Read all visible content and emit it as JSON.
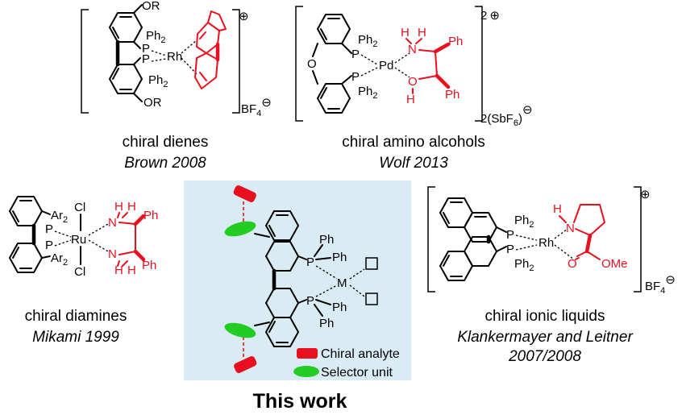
{
  "panels": {
    "brown": {
      "caption": "chiral dienes",
      "citation": "Brown 2008",
      "charge": "⊕",
      "counterion": "BF",
      "counterion_sub": "4",
      "counterion_charge": "⊖",
      "atoms": {
        "or_top": "OR",
        "or_bottom": "OR",
        "p_top": "P",
        "p_bottom": "P",
        "ph2_top": "Ph",
        "ph2_bottom": "Ph",
        "ph_sub": "2",
        "metal": "Rh"
      }
    },
    "wolf": {
      "caption": "chiral amino alcohols",
      "citation": "Wolf 2013",
      "charge": "2",
      "charge_sign": "⊕",
      "counterion": "2(SbF",
      "counterion_sub": "6",
      "counterion_end": ")",
      "counterion_charge": "⊖",
      "atoms": {
        "o_ether": "O",
        "p_top": "P",
        "p_bottom": "P",
        "ph2_top": "Ph",
        "ph2_bottom": "Ph",
        "ph_sub": "2",
        "metal": "Pd",
        "n": "N",
        "h1": "H",
        "h2": "H",
        "o": "O",
        "h3": "H",
        "ph_a": "Ph",
        "ph_b": "Ph"
      }
    },
    "mikami": {
      "caption": "chiral diamines",
      "citation": "Mikami 1999",
      "atoms": {
        "ar2_top": "Ar",
        "ar2_bottom": "Ar",
        "ar_sub": "2",
        "p_top": "P",
        "p_bottom": "P",
        "metal": "Ru",
        "cl_top": "Cl",
        "cl_bottom": "Cl",
        "n_top": "N",
        "n_bottom": "N",
        "h1": "H",
        "h2": "H",
        "h3": "H",
        "h4": "H",
        "ph_a": "Ph",
        "ph_b": "Ph"
      }
    },
    "leitner": {
      "caption": "chiral ionic liquids",
      "citation_line1": "Klankermayer and Leitner",
      "citation_line2": "2007/2008",
      "charge": "⊕",
      "counterion": "BF",
      "counterion_sub": "4",
      "counterion_charge": "⊖",
      "atoms": {
        "p_top": "P",
        "p_bottom": "P",
        "ph2_top": "Ph",
        "ph2_bottom": "Ph",
        "ph_sub": "2",
        "metal": "Rh",
        "h": "H",
        "n": "N",
        "o": "O",
        "ome": "OMe"
      }
    },
    "this_work": {
      "title": "This work",
      "background": "#d9ecf4",
      "analyte_color": "#e8101e",
      "selector_color": "#22cc22",
      "atoms": {
        "p_top": "P",
        "p_bottom": "P",
        "ph1": "Ph",
        "ph2": "Ph",
        "ph3": "Ph",
        "ph4": "Ph",
        "metal": "M"
      },
      "legend": [
        {
          "label": "Chiral analyte",
          "symbol": "red-rect"
        },
        {
          "label": "Selector unit",
          "symbol": "green-ellipse"
        }
      ]
    }
  }
}
